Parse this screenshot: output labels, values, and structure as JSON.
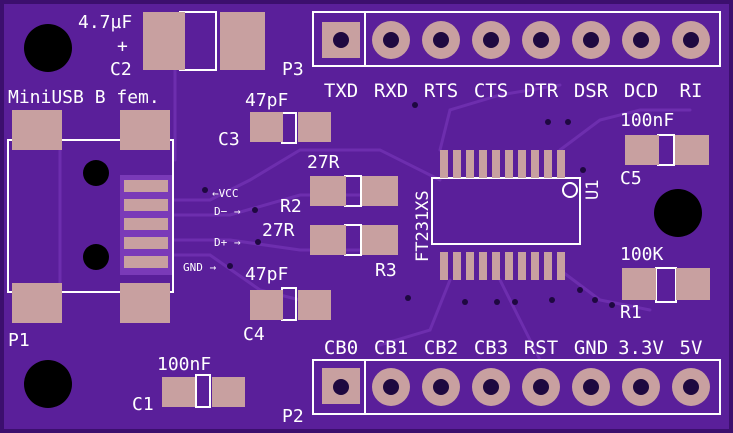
{
  "board": {
    "color": "#5a1f9a",
    "edge_color": "#3c0f6e",
    "silk_color": "#ffffff",
    "pad_color": "#c8a0a0"
  },
  "labels": {
    "c2_value": "4.7µF",
    "c2_plus": "+",
    "c2_ref": "C2",
    "p3_ref": "P3",
    "usb_title": "MiniUSB B fem.",
    "c3_value": "47pF",
    "c3_ref": "C3",
    "r2_value": "27R",
    "r2_ref": "R2",
    "r3_value": "27R",
    "r3_ref": "R3",
    "c4_value": "47pF",
    "c4_ref": "C4",
    "c1_value": "100nF",
    "c1_ref": "C1",
    "p1_ref": "P1",
    "p2_ref": "P2",
    "c5_value": "100nF",
    "c5_ref": "C5",
    "r1_value": "100K",
    "r1_ref": "R1",
    "ic_name": "FT231XS",
    "ic_ref": "U1",
    "net_vcc": "←VCC",
    "net_dminus": "D− →",
    "net_dplus": "D+ →",
    "net_gnd": "GND →"
  },
  "top_header_pins": [
    "TXD",
    "RXD",
    "RTS",
    "CTS",
    "DTR",
    "DSR",
    "DCD",
    "RI"
  ],
  "bottom_header_pins": [
    "CB0",
    "CB1",
    "CB2",
    "CB3",
    "RST",
    "GND",
    "3.3V",
    "5V"
  ]
}
